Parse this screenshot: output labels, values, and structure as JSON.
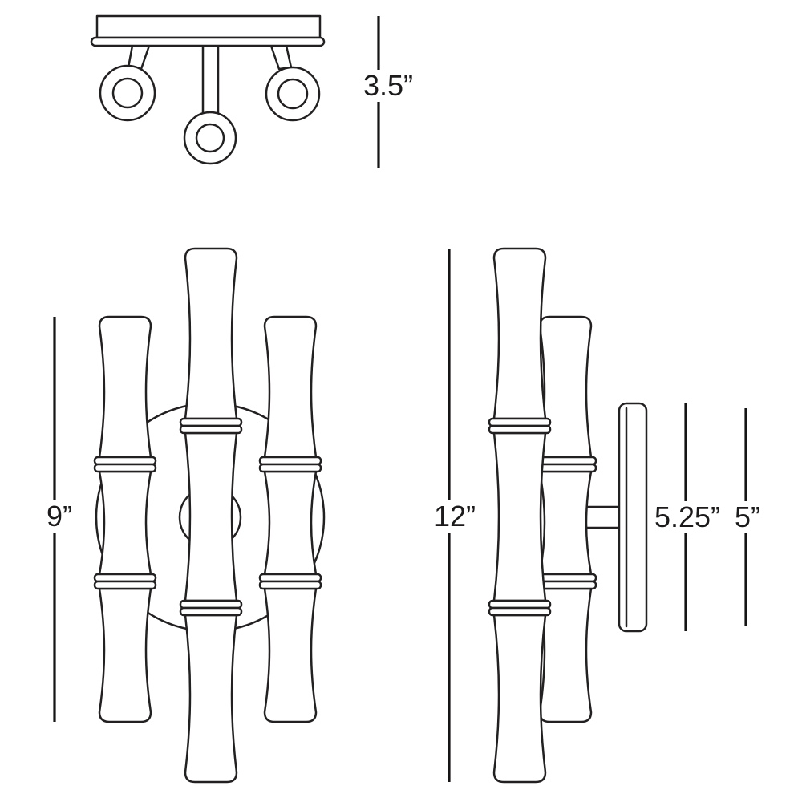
{
  "colors": {
    "background": "#ffffff",
    "line": "#232021",
    "text": "#1c1a1b"
  },
  "dimensions": {
    "top_height": "3.5”",
    "front_side_pole_height": "9”",
    "overall_height": "12”",
    "backplate_height": "5.25”",
    "plate_face_height": "5”"
  }
}
